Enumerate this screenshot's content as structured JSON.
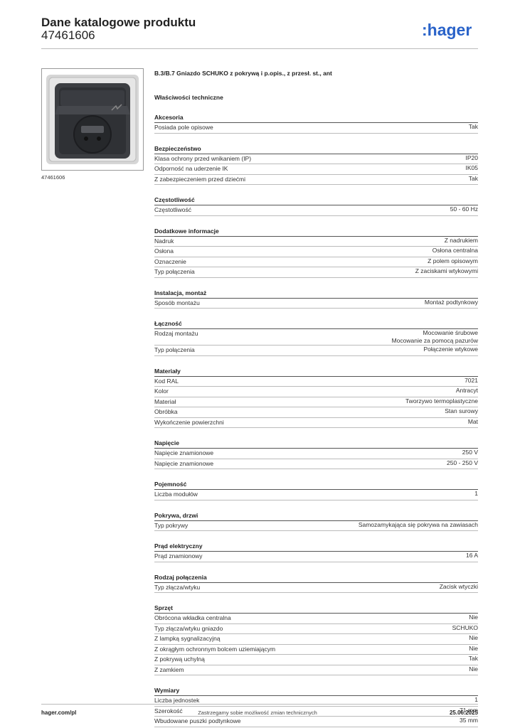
{
  "header": {
    "title": "Dane katalogowe produktu",
    "code": "47461606",
    "brand": ":hager",
    "brand_color": "#2a63c9"
  },
  "thumbnail": {
    "caption": "47461606"
  },
  "product": {
    "title": "B.3/B.7 Gniazdo SCHUKO z pokrywą i p.opis., z przesł. st., ant",
    "props_heading": "Właściwości techniczne"
  },
  "sections": [
    {
      "title": "Akcesoria",
      "rows": [
        {
          "label": "Posiada pole opisowe",
          "value": [
            "Tak"
          ]
        }
      ]
    },
    {
      "title": "Bezpieczeństwo",
      "rows": [
        {
          "label": "Klasa ochrony przed wnikaniem (IP)",
          "value": [
            "IP20"
          ]
        },
        {
          "label": "Odporność na uderzenie IK",
          "value": [
            "IK05"
          ]
        },
        {
          "label": "Z zabezpieczeniem przed dziećmi",
          "value": [
            "Tak"
          ]
        }
      ]
    },
    {
      "title": "Częstotliwość",
      "rows": [
        {
          "label": "Częstotliwość",
          "value": [
            "50 - 60 Hz"
          ]
        }
      ]
    },
    {
      "title": "Dodatkowe informacje",
      "rows": [
        {
          "label": "Nadruk",
          "value": [
            "Z nadrukiem"
          ]
        },
        {
          "label": "Osłona",
          "value": [
            "Osłona centralna"
          ]
        },
        {
          "label": "Oznaczenie",
          "value": [
            "Z polem opisowym"
          ]
        },
        {
          "label": "Typ połączenia",
          "value": [
            "Z  zaciskami wtykowymi"
          ]
        }
      ]
    },
    {
      "title": "Instalacja, montaż",
      "rows": [
        {
          "label": "Sposób montażu",
          "value": [
            "Montaż podtynkowy"
          ]
        }
      ]
    },
    {
      "title": "Łączność",
      "rows": [
        {
          "label": "Rodzaj montażu",
          "value": [
            "Mocowanie śrubowe",
            "Mocowanie za pomocą pazurów"
          ]
        },
        {
          "label": "Typ połączenia",
          "value": [
            "Połączenie wtykowe"
          ]
        }
      ]
    },
    {
      "title": "Materiały",
      "rows": [
        {
          "label": "Kod RAL",
          "value": [
            "7021"
          ]
        },
        {
          "label": "Kolor",
          "value": [
            "Antracyt"
          ]
        },
        {
          "label": "Materiał",
          "value": [
            "Tworzywo termoplastyczne"
          ]
        },
        {
          "label": "Obróbka",
          "value": [
            "Stan surowy"
          ]
        },
        {
          "label": "Wykończenie powierzchni",
          "value": [
            "Mat"
          ]
        }
      ]
    },
    {
      "title": "Napięcie",
      "rows": [
        {
          "label": "Napięcie znamionowe",
          "value": [
            "250 V"
          ]
        },
        {
          "label": "Napięcie znamionowe",
          "value": [
            "250 - 250 V"
          ]
        }
      ]
    },
    {
      "title": "Pojemność",
      "rows": [
        {
          "label": "Liczba modułów",
          "value": [
            "1"
          ]
        }
      ]
    },
    {
      "title": "Pokrywa, drzwi",
      "rows": [
        {
          "label": "Typ pokrywy",
          "value": [
            "Samozamykająca się pokrywa na zawiasach"
          ]
        }
      ]
    },
    {
      "title": "Prąd elektryczny",
      "rows": [
        {
          "label": "Prąd znamionowy",
          "value": [
            "16 A"
          ]
        }
      ]
    },
    {
      "title": "Rodzaj połączenia",
      "rows": [
        {
          "label": "Typ złącza/wtyku",
          "value": [
            "Zacisk wtyczki"
          ]
        }
      ]
    },
    {
      "title": "Sprzęt",
      "rows": [
        {
          "label": "Obrócona wkładka centralna",
          "value": [
            "Nie"
          ]
        },
        {
          "label": "Typ złącza/wtyku gniazdo",
          "value": [
            "SCHUKO"
          ]
        },
        {
          "label": "Z lampką sygnalizacyjną",
          "value": [
            "Nie"
          ]
        },
        {
          "label": "Z okrągłym ochronnym bolcem uziemiającym",
          "value": [
            "Nie"
          ]
        },
        {
          "label": "Z pokrywą uchylną",
          "value": [
            "Tak"
          ]
        },
        {
          "label": "Z zamkiem",
          "value": [
            "Nie"
          ]
        }
      ]
    },
    {
      "title": "Wymiary",
      "rows": [
        {
          "label": "Liczba jednostek",
          "value": [
            "1"
          ]
        },
        {
          "label": "Szerokość",
          "value": [
            "71 mm"
          ]
        },
        {
          "label": "Wbudowane puszki podtynkowe",
          "value": [
            "35 mm"
          ]
        }
      ]
    }
  ],
  "footer": {
    "site": "hager.com/pl",
    "note": "Zastrzegamy sobie możliwość zmian technicznych",
    "date": "25.06.2025"
  }
}
